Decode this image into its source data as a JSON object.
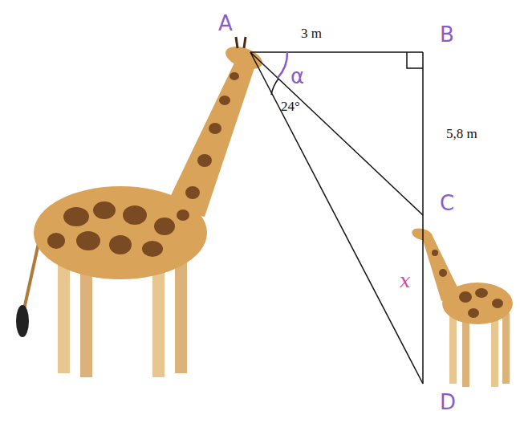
{
  "diagram": {
    "labels": [
      "A",
      "3 m",
      "B",
      "α",
      "24°",
      "5,8 m",
      "C",
      "x",
      "D"
    ]
  }
}
